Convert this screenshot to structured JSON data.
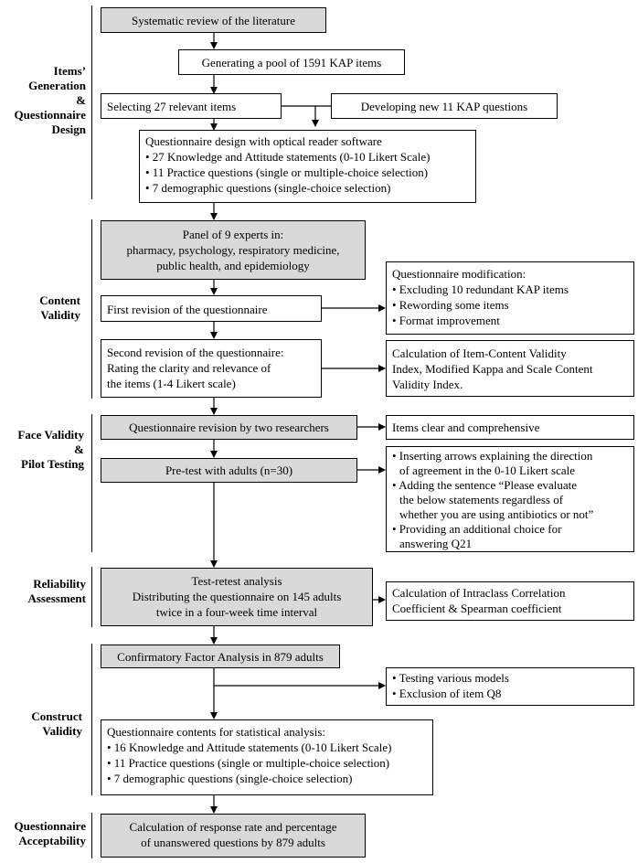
{
  "sections": [
    {
      "id": "items-generation",
      "lines": [
        "Items’",
        "Generation",
        "&",
        "Questionnaire",
        "Design"
      ]
    },
    {
      "id": "content-validity",
      "lines": [
        "Content",
        "Validity"
      ]
    },
    {
      "id": "face-validity",
      "lines": [
        "Face Validity",
        "&",
        "Pilot Testing"
      ]
    },
    {
      "id": "reliability",
      "lines": [
        "Reliability",
        "Assessment"
      ]
    },
    {
      "id": "construct-validity",
      "lines": [
        "Construct",
        "Validity"
      ]
    },
    {
      "id": "acceptability",
      "lines": [
        "Questionnaire",
        "Acceptability"
      ]
    }
  ],
  "boxes": {
    "systematic_review": [
      "Systematic review of the literature"
    ],
    "generating_pool": [
      "Generating a pool of 1591 KAP items"
    ],
    "selecting_items": [
      "Selecting 27 relevant items"
    ],
    "developing_new": [
      "Developing new 11 KAP questions"
    ],
    "questionnaire_design": [
      "Questionnaire design with optical reader software",
      "• 27 Knowledge and Attitude statements (0-10 Likert Scale)",
      "• 11 Practice questions (single or multiple-choice selection)",
      "• 7 demographic questions (single-choice selection)"
    ],
    "panel_experts": [
      "Panel of 9 experts in:",
      "pharmacy, psychology, respiratory medicine,",
      "public health, and epidemiology"
    ],
    "first_revision": [
      "First revision of the questionnaire"
    ],
    "questionnaire_modification": [
      "Questionnaire modification:",
      "• Excluding 10 redundant KAP items",
      "• Rewording some items",
      "• Format improvement"
    ],
    "second_revision": [
      "Second revision of the questionnaire:",
      "Rating the clarity and relevance of",
      "the items (1-4 Likert scale)"
    ],
    "calc_cvi": [
      "Calculation of Item-Content Validity",
      "Index, Modified Kappa and Scale Content",
      "Validity Index."
    ],
    "revision_researchers": [
      "Questionnaire revision by two researchers"
    ],
    "items_clear": [
      "Items clear and comprehensive"
    ],
    "pretest": [
      "Pre-test with adults (n=30)"
    ],
    "pretest_changes": [
      "• Inserting arrows explaining the direction",
      "of agreement in the 0-10 Likert scale",
      "• Adding the sentence “Please evaluate",
      "the below statements regardless of",
      "whether you are using antibiotics or not”",
      "• Providing an additional choice for",
      "answering Q21"
    ],
    "test_retest": [
      "Test-retest analysis",
      "Distributing the questionnaire on 145 adults",
      "twice in a four-week time interval"
    ],
    "calc_icc": [
      "Calculation of Intraclass Correlation",
      "Coefficient & Spearman coefficient"
    ],
    "cfa": [
      "Confirmatory Factor Analysis in 879 adults"
    ],
    "testing_models": [
      "• Testing various models",
      "• Exclusion of item Q8"
    ],
    "final_contents": [
      "Questionnaire contents for statistical analysis:",
      "• 16 Knowledge and Attitude statements (0-10 Likert Scale)",
      "• 11 Practice questions (single or multiple-choice selection)",
      "• 7 demographic questions (single-choice selection)"
    ],
    "response_rate": [
      "Calculation of response rate and percentage",
      "of unanswered questions by 879 adults"
    ]
  }
}
